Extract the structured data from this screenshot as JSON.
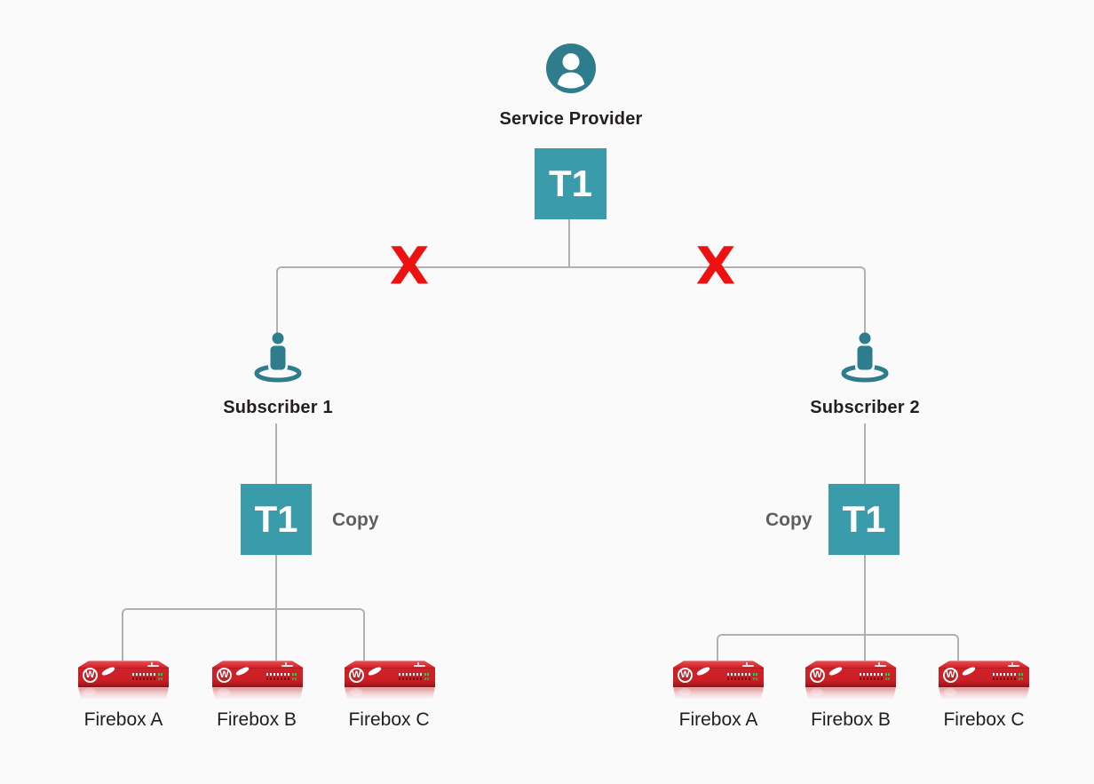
{
  "diagram": {
    "provider": {
      "label": "Service Provider"
    },
    "root_link": {
      "label": "T1"
    },
    "break_left": "X",
    "break_right": "X",
    "device_logo": "W",
    "subscribers": [
      {
        "label": "Subscriber 1",
        "t1": "T1",
        "copy": "Copy",
        "copy_side": "right",
        "fireboxes": [
          "Firebox A",
          "Firebox B",
          "Firebox C"
        ]
      },
      {
        "label": "Subscriber 2",
        "t1": "T1",
        "copy": "Copy",
        "copy_side": "left",
        "fireboxes": [
          "Firebox A",
          "Firebox B",
          "Firebox C"
        ]
      }
    ]
  },
  "colors": {
    "bg": "#fafafa",
    "teal_icon": "#2e7d8c",
    "teal_box": "#3a9bab",
    "line_gray": "#b0b0b0",
    "x_red": "#ee1111",
    "text_dark": "#231f20",
    "copy_gray": "#5e5f62",
    "firebox_red": "#cf2027"
  }
}
